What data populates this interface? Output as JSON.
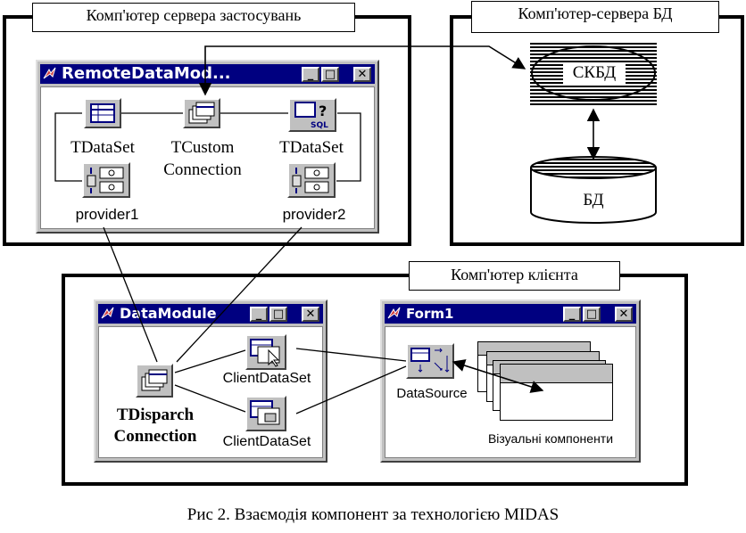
{
  "app_server": {
    "label": "Комп'ютер сервера  застосувань"
  },
  "db_server": {
    "label": "Комп'ютер-сервера БД",
    "dbms_label": "СКБД",
    "db_label": "БД"
  },
  "client": {
    "label": "Комп'ютер клієнта"
  },
  "remote_module": {
    "title": "RemoteDataMod...",
    "dataset1": "TDataSet",
    "connection": "TCustom Connection",
    "connection_line1": "TCustom",
    "connection_line2": "Connection",
    "dataset2": "TDataSet",
    "provider1": "provider1",
    "provider2": "provider2"
  },
  "data_module": {
    "title": "DataModule",
    "dispatch_line1": "TDisparch",
    "dispatch_line2": "Connection",
    "client_dataset1": "ClientDataSet",
    "client_dataset2": "ClientDataSet"
  },
  "form1": {
    "title": "Form1",
    "datasource": "DataSource",
    "visual_components": "Візуальні компоненти"
  },
  "window_buttons": {
    "minimize": "_",
    "maximize": "□",
    "close": "✕"
  },
  "caption": "Рис 2.  Взаємодія компонент за технологією MIDAS",
  "colors": {
    "titlebar": "#000080",
    "window_face": "#c0c0c0",
    "outline": "#000000"
  },
  "icons": [
    "delphi-app-icon",
    "dataset-grid-icon",
    "connection-stack-icon",
    "sql-query-icon",
    "provider-icon",
    "client-dataset-icon",
    "datasource-icon",
    "database-cylinder-icon"
  ]
}
